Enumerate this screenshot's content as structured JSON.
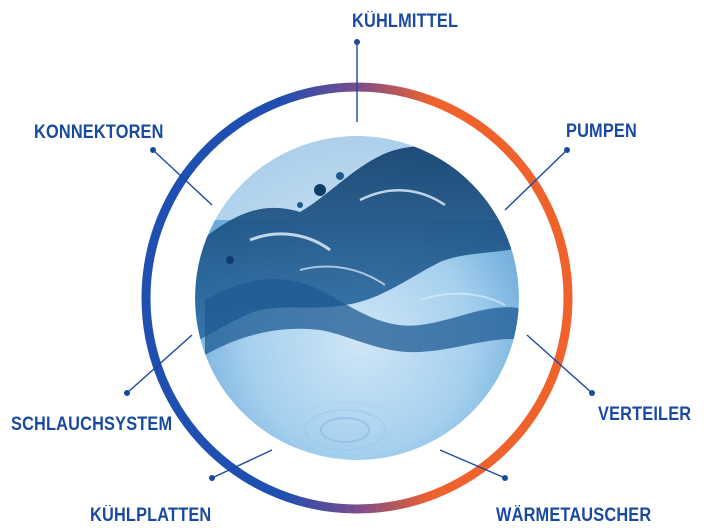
{
  "labels": {
    "kuehlmittel": "KÜHLMITTEL",
    "pumpen": "PUMPEN",
    "konnektoren": "KONNEKTOREN",
    "verteiler": "VERTEILER",
    "schlauchsystem": "SCHLAUCHSYSTEM",
    "waermetauscher": "WÄRMETAUSCHER",
    "kuehlplatten": "KÜHLPLATTEN"
  },
  "colors": {
    "label_text": "#1a4aa0",
    "leader_line": "#1a4aa0",
    "ring_blue": "#1f4fb0",
    "ring_purple": "#7a4c8c",
    "ring_orange": "#f0622c",
    "water_light": "#a9d3ef",
    "water_dark": "#0f3d6b"
  },
  "image": {
    "subject": "water-splash-photo"
  }
}
